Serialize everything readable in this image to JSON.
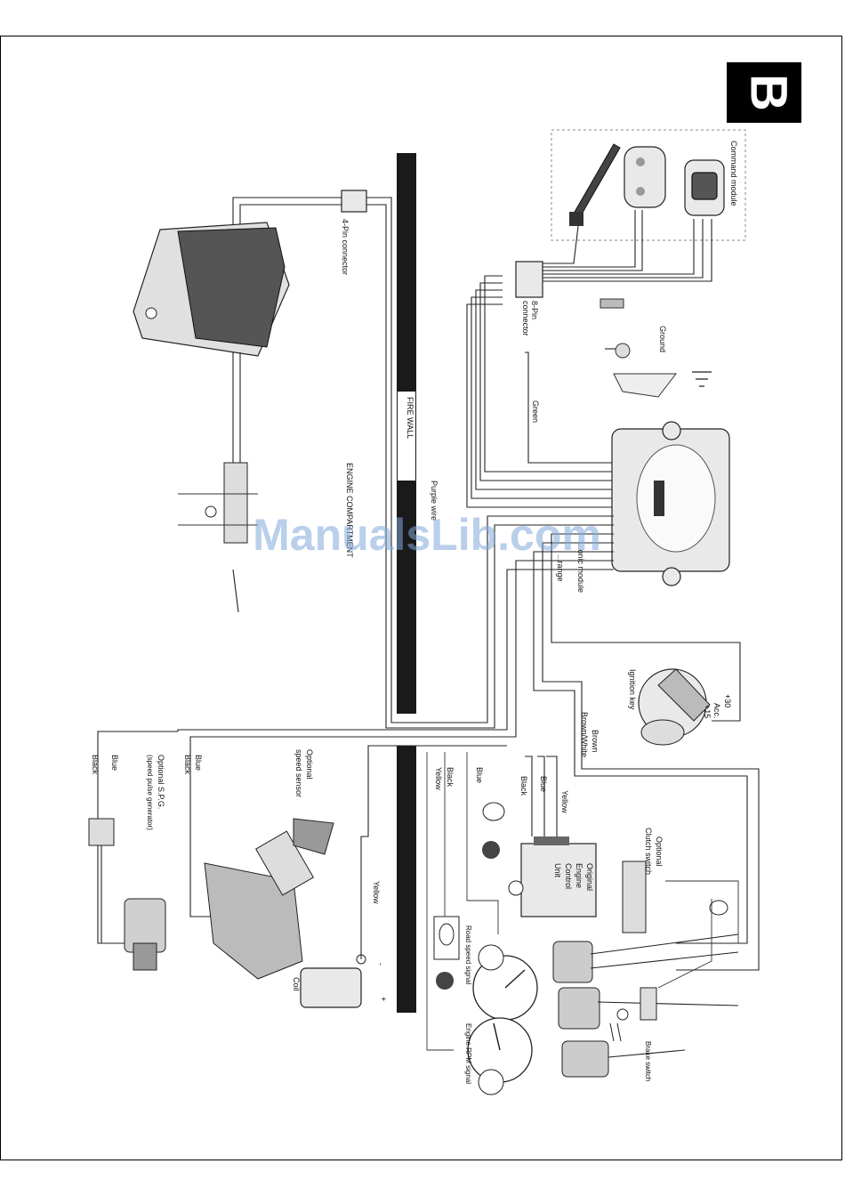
{
  "section_tab": "B",
  "watermark": "ManualsLib.com",
  "labels": {
    "command_module": "Command module",
    "pin8_connector_a": "8-Pin",
    "pin8_connector_b": "connector",
    "pin4_connector": "4-Pin connector",
    "ground": "Ground",
    "green_wire": "Green",
    "purple_wire": "Purple wire",
    "fire_wall": "FIRE WALL",
    "engine_compartment": "ENGINE COMPARTMENT",
    "electronic_module": "...onic module",
    "orange_wire": "...range",
    "ignition_key": "Ignition key",
    "plus30": "+30",
    "acc": "Acc.",
    "plus15": "+15",
    "brown": "Brown",
    "brown_white": "Brown/White",
    "blue_a": "Blue",
    "black_a": "Black",
    "optional_speed_sensor_a": "Optional",
    "optional_speed_sensor_b": "speed sensor",
    "optional_spg_a": "Optional S.P.G.",
    "optional_spg_b": "(speed pulse generator)",
    "blue_b": "Blue",
    "black_b": "Black",
    "yellow_coil": "Yellow",
    "coil": "Coil",
    "coil_minus": "-",
    "coil_plus": "+",
    "yellow_ecu": "Yellow",
    "blue_ecu": "Blue",
    "black_ecu": "Black",
    "ecu_a": "Original",
    "ecu_b": "Engine",
    "ecu_c": "Control",
    "ecu_d": "Unit",
    "blue_left": "Blue",
    "black_left": "Black",
    "yellow_left": "Yellow",
    "optional_clutch_a": "Optional",
    "optional_clutch_b": "Clutch switch",
    "road_speed_signal": "Road speed signal",
    "engine_rpm_signal": "Engine RPM signal",
    "brake_switch": "Brake switch"
  }
}
